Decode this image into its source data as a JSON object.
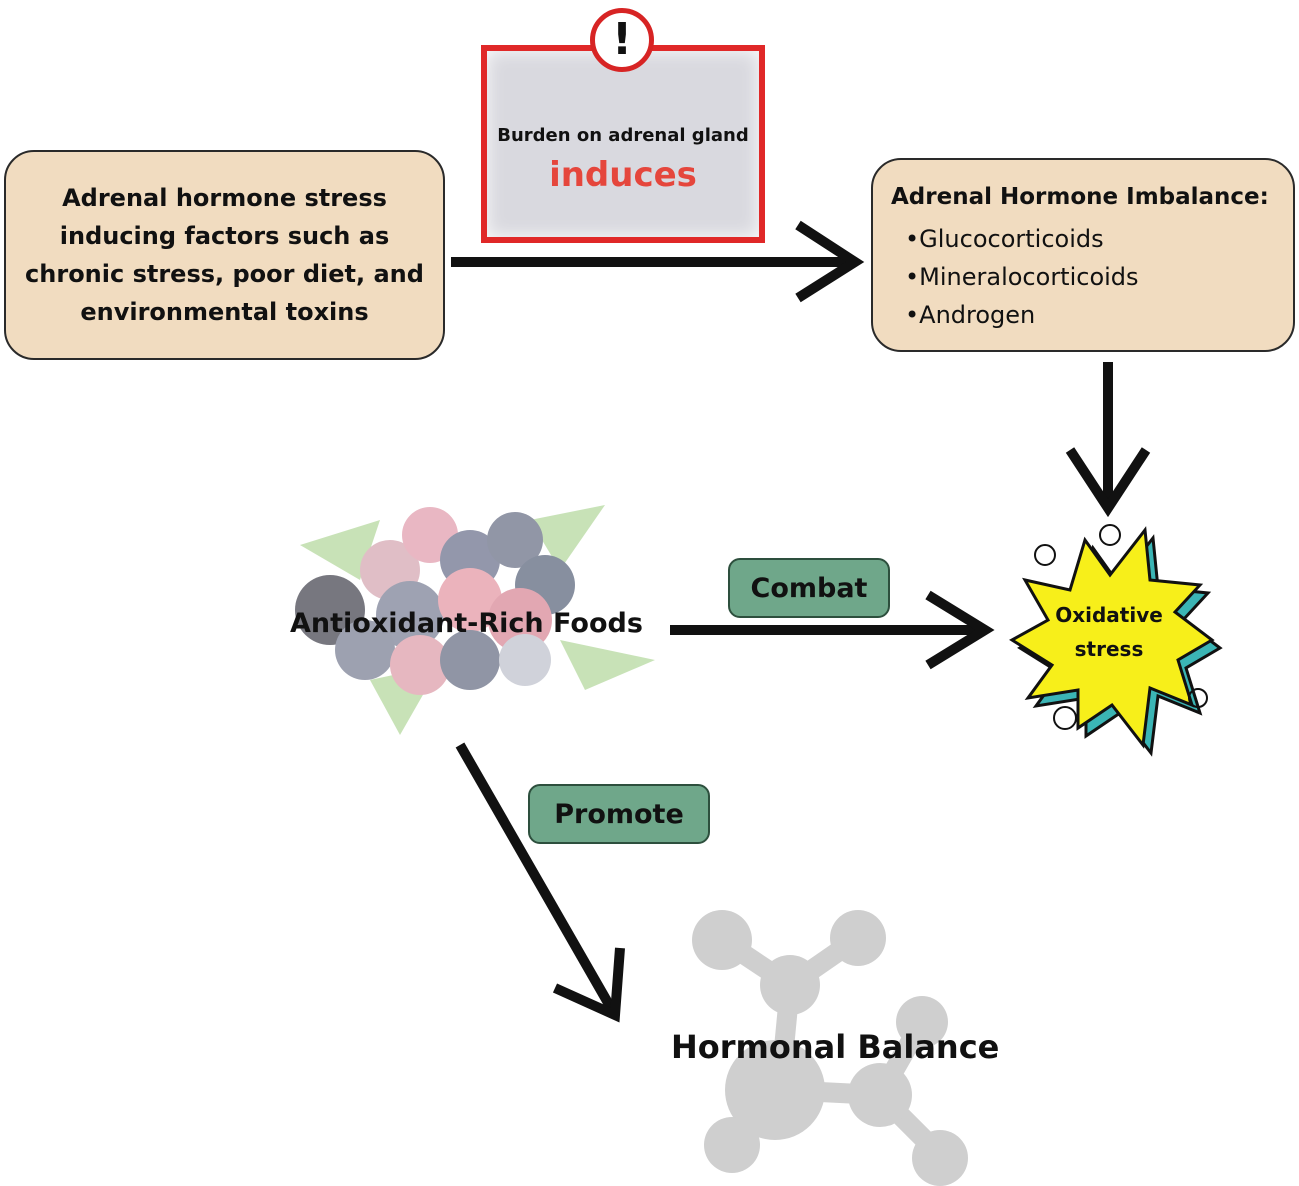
{
  "left_box": {
    "text": "Adrenal hormone stress inducing factors such as chronic stress, poor diet, and environmental toxins"
  },
  "warning": {
    "small_text": "Burden on adrenal gland",
    "big_text": "induces",
    "badge": "!",
    "icon": "exclamation-icon"
  },
  "right_box": {
    "title": "Adrenal Hormone Imbalance:",
    "items": [
      "Glucocorticoids",
      "Mineralocorticoids",
      "Androgen"
    ]
  },
  "foods_label": "Antioxidant-Rich Foods",
  "combat_label": "Combat",
  "promote_label": "Promote",
  "oxidative_label": "Oxidative stress",
  "balance_label": "Hormonal Balance",
  "colors": {
    "box_fill": "#f1dcc0",
    "pill_fill": "#6fa78a",
    "warning_border": "#e02828",
    "induces_text": "#e5463c",
    "starburst": "#f7ef1a",
    "starburst_shadow": "#3bb5b5"
  }
}
